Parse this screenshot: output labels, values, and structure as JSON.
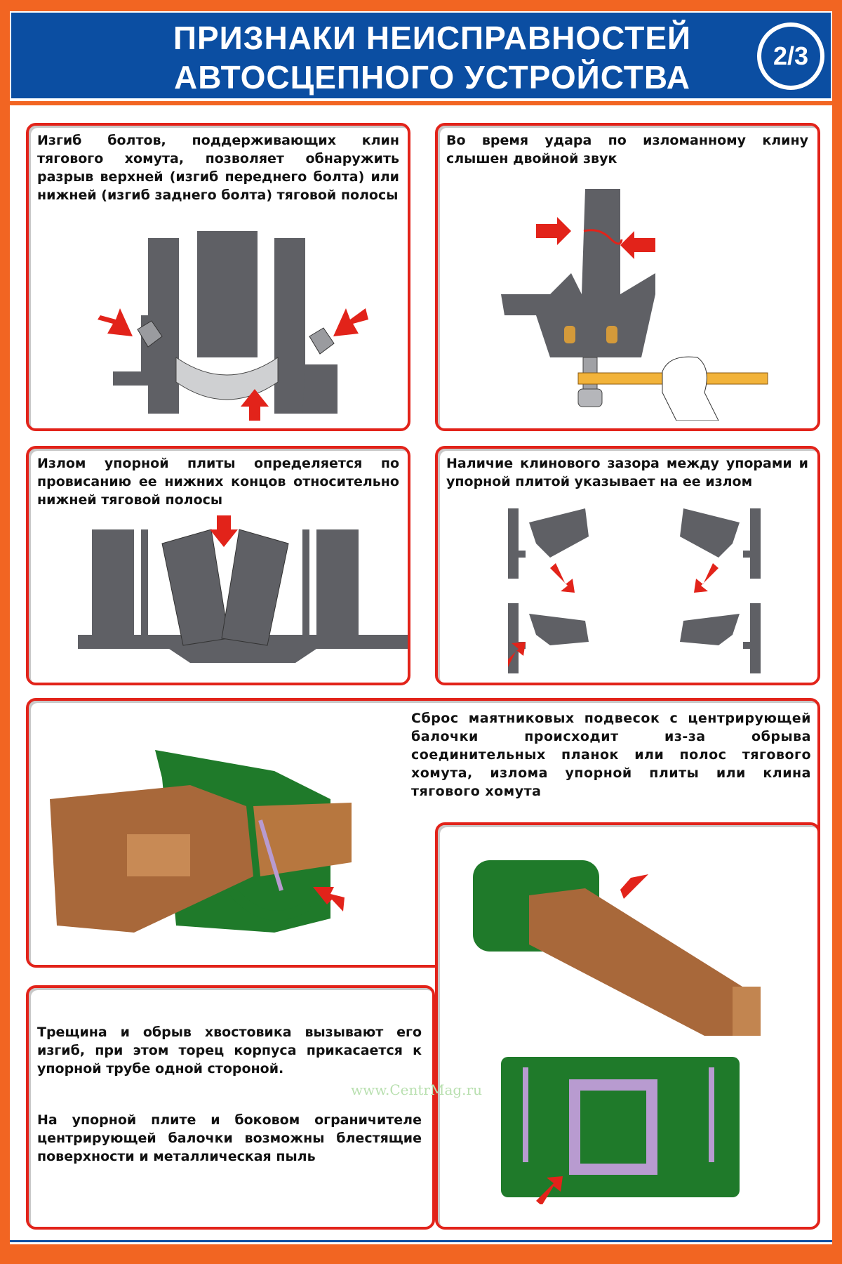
{
  "header": {
    "title_line1": "ПРИЗНАКИ НЕИСПРАВНОСТЕЙ",
    "title_line2": "АВТОСЦЕПНОГО УСТРОЙСТВА",
    "page_badge": "2/3"
  },
  "panels": [
    {
      "text": "Изгиб болтов, поддерживающих клин тягового хомута, позволяет обнаружить разрыв верхней (изгиб переднего болта) или нижней (изгиб заднего болта) тяговой полосы"
    },
    {
      "text": "Во время удара по изломанному клину слышен двойной звук"
    },
    {
      "text": "Излом упорной плиты определяется по провисанию ее нижних концов относительно нижней тяговой полосы"
    },
    {
      "text": "Наличие клинового зазора между упорами и упорной плитой указывает на ее излом"
    },
    {
      "text": "Сброс маятниковых подвесок с центрирующей балочки происходит из-за обрыва соединительных планок или полос тягового хомута, излома упорной плиты или клина тягового хомута"
    },
    {
      "text": "Трещина и обрыв хвостовика вызывают его изгиб, при этом торец корпуса прикасается к упорной трубе одной стороной.",
      "text2": "На упорной плите и боковом ограничителе центрирующей балочки возможны блестящие поверхности и металлическая пыль"
    }
  ],
  "watermark": "www.CentrMag.ru",
  "colors": {
    "orange": "#f26522",
    "blue": "#0b4ea2",
    "red": "#e2231a",
    "steel": "#5f6065",
    "green": "#1f7a2a",
    "bronze": "#a8683a"
  }
}
